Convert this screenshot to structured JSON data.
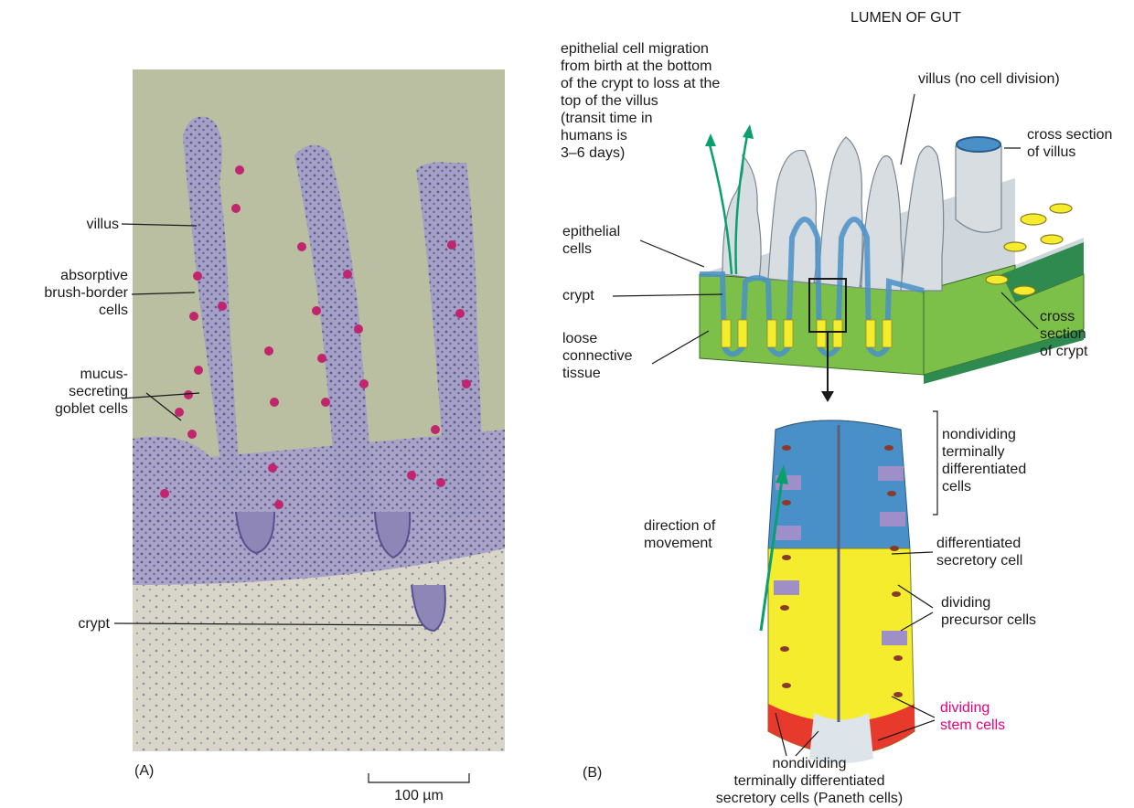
{
  "panel_a": {
    "label": "(A)",
    "callouts": {
      "villus": "villus",
      "absorptive": [
        "absorptive",
        "brush-border",
        "cells"
      ],
      "goblet": [
        "mucus-",
        "secreting",
        "goblet cells"
      ],
      "crypt": "crypt"
    },
    "scale_bar": "100 µm"
  },
  "panel_b": {
    "label": "(B)",
    "title": "LUMEN OF GUT",
    "migration": [
      "epithelial cell migration",
      "from birth at the bottom",
      "of the crypt to loss at the",
      "top of the villus",
      "(transit time in",
      "humans is",
      "3–6 days)"
    ],
    "villus_no_division": "villus (no cell division)",
    "cross_section_villus": [
      "cross section",
      "of villus"
    ],
    "epithelial_cells": [
      "epithelial",
      "cells"
    ],
    "crypt": "crypt",
    "loose_tissue": [
      "loose",
      "connective",
      "tissue"
    ],
    "cross_section_crypt": [
      "cross",
      "section",
      "of crypt"
    ],
    "nondividing_top": [
      "nondividing",
      "terminally",
      "differentiated",
      "cells"
    ],
    "direction": [
      "direction of",
      "movement"
    ],
    "differentiated_secretory": [
      "differentiated",
      "secretory cell"
    ],
    "dividing_precursor": [
      "dividing",
      "precursor cells"
    ],
    "dividing_stem": [
      "dividing",
      "stem cells"
    ],
    "paneth": [
      "nondividing",
      "terminally differentiated",
      "secretory cells (Paneth cells)"
    ]
  },
  "colors": {
    "tissue_bg": "#b9bfa0",
    "villus_tissue": "#a4a0c6",
    "goblet": "#c0256e",
    "block_green": "#7cc04a",
    "block_side": "#2e8a4e",
    "epithelium_blue": "#4a90c8",
    "villus_grey": "#d8dde2",
    "crypt_yellow": "#f4ec2c",
    "paneth_red": "#e83a2c",
    "arrow_green": "#0aa06e",
    "stem_label": "#e4007c"
  }
}
